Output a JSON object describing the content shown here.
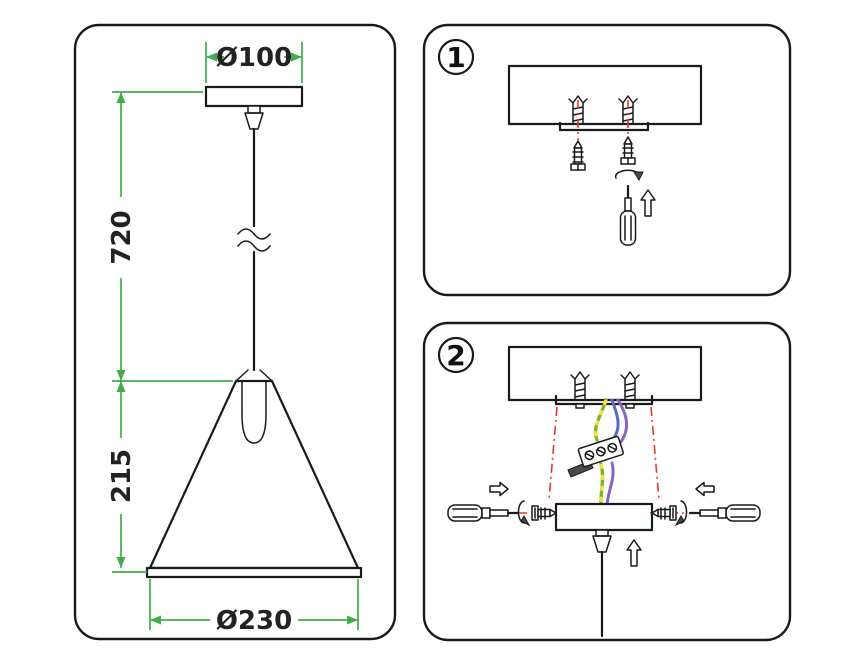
{
  "colors": {
    "outline": "#1a1a1a",
    "dimension": "#3fae49",
    "dimension_text": "#222222",
    "guide": "#e8372c",
    "wire_ground_base": "#7ab62f",
    "wire_ground_stripe": "#f5e13c",
    "wire_live": "#8a63c9",
    "wire_neutral": "#5b6abf"
  },
  "left_panel": {
    "top_diameter_label": "Ø100",
    "cable_length_label": "720",
    "shade_height_label": "215",
    "shade_diameter_label": "Ø230"
  },
  "steps": [
    {
      "number": "1"
    },
    {
      "number": "2"
    }
  ]
}
